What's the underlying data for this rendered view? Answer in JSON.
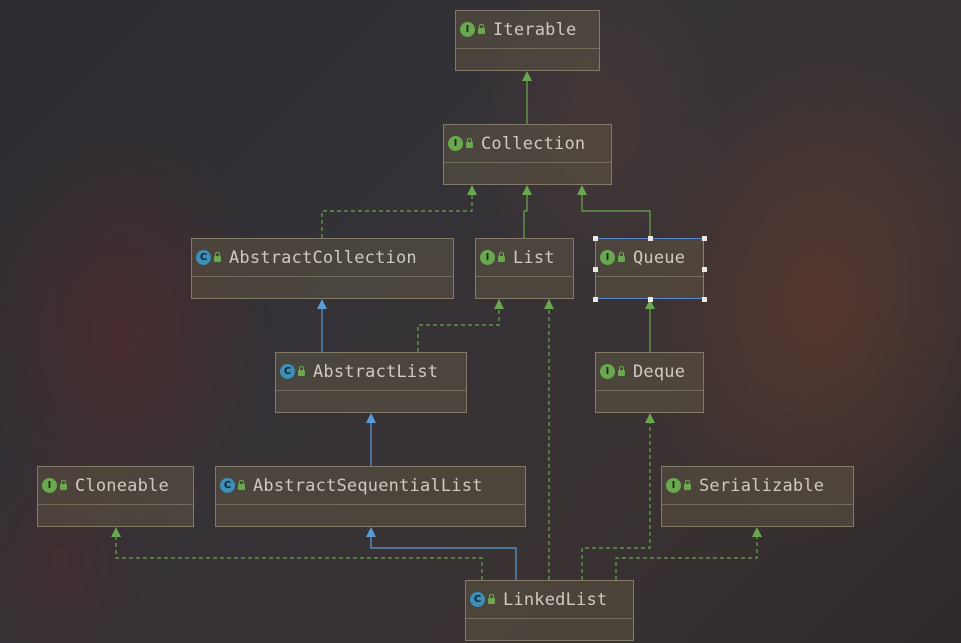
{
  "diagram": {
    "nodes": [
      {
        "id": "iterable",
        "label": "Iterable",
        "kind": "interface",
        "badge": "I"
      },
      {
        "id": "collection",
        "label": "Collection",
        "kind": "interface",
        "badge": "I"
      },
      {
        "id": "abstract-collection",
        "label": "AbstractCollection",
        "kind": "abstract-class",
        "badge": "C"
      },
      {
        "id": "list",
        "label": "List",
        "kind": "interface",
        "badge": "I"
      },
      {
        "id": "queue",
        "label": "Queue",
        "kind": "interface",
        "badge": "I",
        "selected": true
      },
      {
        "id": "abstract-list",
        "label": "AbstractList",
        "kind": "abstract-class",
        "badge": "C"
      },
      {
        "id": "deque",
        "label": "Deque",
        "kind": "interface",
        "badge": "I"
      },
      {
        "id": "cloneable",
        "label": "Cloneable",
        "kind": "interface",
        "badge": "I"
      },
      {
        "id": "abstract-sequential-list",
        "label": "AbstractSequentialList",
        "kind": "abstract-class",
        "badge": "C"
      },
      {
        "id": "serializable",
        "label": "Serializable",
        "kind": "interface",
        "badge": "I"
      },
      {
        "id": "linked-list",
        "label": "LinkedList",
        "kind": "class",
        "badge": "C"
      }
    ],
    "edges": [
      {
        "from": "collection",
        "to": "iterable",
        "type": "extends"
      },
      {
        "from": "abstract-collection",
        "to": "collection",
        "type": "implements"
      },
      {
        "from": "list",
        "to": "collection",
        "type": "extends"
      },
      {
        "from": "queue",
        "to": "collection",
        "type": "extends"
      },
      {
        "from": "abstract-list",
        "to": "abstract-collection",
        "type": "extends-class"
      },
      {
        "from": "abstract-list",
        "to": "list",
        "type": "implements"
      },
      {
        "from": "deque",
        "to": "queue",
        "type": "extends"
      },
      {
        "from": "abstract-sequential-list",
        "to": "abstract-list",
        "type": "extends-class"
      },
      {
        "from": "linked-list",
        "to": "abstract-sequential-list",
        "type": "extends-class"
      },
      {
        "from": "linked-list",
        "to": "list",
        "type": "implements"
      },
      {
        "from": "linked-list",
        "to": "deque",
        "type": "implements"
      },
      {
        "from": "linked-list",
        "to": "cloneable",
        "type": "implements"
      },
      {
        "from": "linked-list",
        "to": "serializable",
        "type": "implements"
      }
    ],
    "colors": {
      "interface_edge": "#6aa84f",
      "class_edge": "#5b9bd5",
      "selection": "#5b86c9"
    }
  }
}
